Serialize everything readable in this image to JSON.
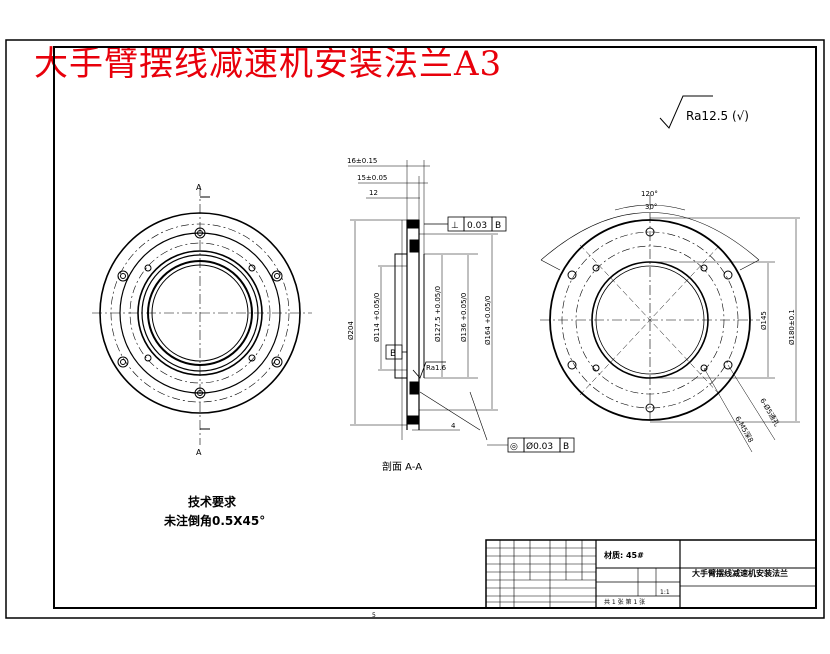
{
  "title": "大手臂摆线减速机安装法兰A3",
  "surface_finish": "Ra12.5 (√)",
  "section_marker": "A",
  "section_title": "剖面 A-A",
  "tech_requirements": {
    "heading": "技术要求",
    "note": "未注倒角0.5X45°"
  },
  "dims": {
    "d1": "16±0.15",
    "d2": "15±0.05",
    "d3": "12",
    "d4": "4",
    "dia_outer": "Ø204",
    "dia_bore1": "Ø114 +0.05/0",
    "dia_bore2": "Ø127.5 +0.05/0",
    "dia_bore3": "Ø136 +0.05/0",
    "dia_bore4": "Ø164 +0.05/0",
    "dia_right1": "Ø145",
    "dia_right2": "Ø180±0.1",
    "angle1": "120°",
    "angle2": "30°",
    "holes1": "6-M5深8",
    "holes2": "6-Ø5通孔"
  },
  "tolerances": {
    "perp_symbol": "⊥",
    "perp_value": "0.03",
    "perp_datum": "B",
    "conc_symbol": "◎",
    "conc_value": "Ø0.03",
    "conc_datum": "B",
    "datum_label": "B",
    "roughness_callout": "Ra1.6"
  },
  "title_block": {
    "material": "材质: 45#",
    "part_name": "大手臂摆线减速机安装法兰",
    "scale": "1:1",
    "sheet_info": "共 1 张  第 1 张"
  },
  "page_number": "5"
}
